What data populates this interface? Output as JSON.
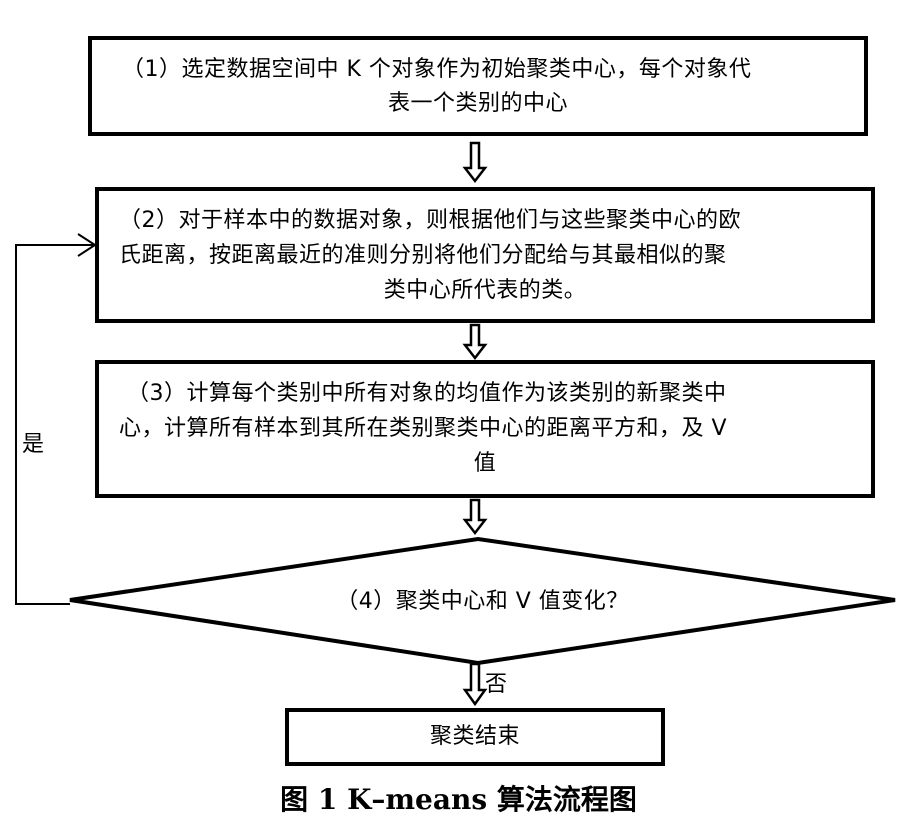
{
  "steps": {
    "step1": [
      "（1）选定数据空间中 K 个对象作为初始聚类中心，每个对象代",
      "表一个类别的中心"
    ],
    "step2": [
      "（2）对于样本中的数据对象，则根据他们与这些聚类中心的欧",
      "氏距离，按距离最近的准则分别将他们分配给与其最相似的聚",
      "类中心所代表的类。"
    ],
    "step3": [
      "（3）计算每个类别中所有对象的均值作为该类别的新聚类中",
      "心，计算所有样本到其所在类别聚类中心的距离平方和，及 V",
      "值"
    ],
    "decision": "（4）聚类中心和 V 值变化？",
    "end": "聚类结束"
  },
  "labels": {
    "yes": "是",
    "no": "否"
  },
  "caption": "图 1  K–means 算法流程图"
}
